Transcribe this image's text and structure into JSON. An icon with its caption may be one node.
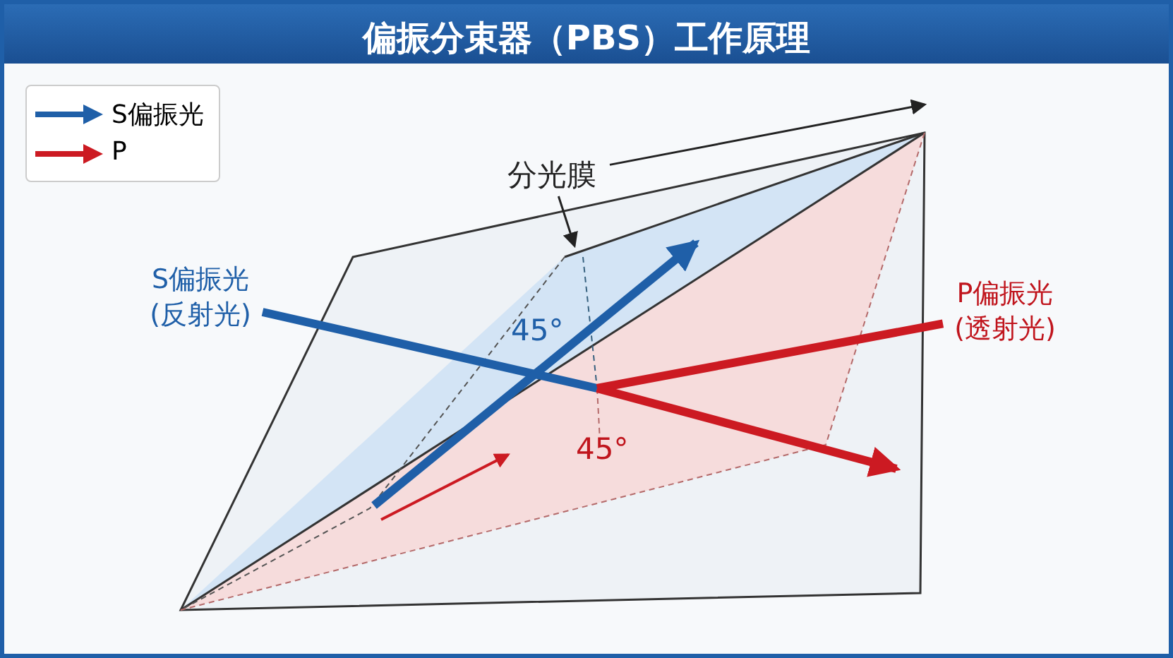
{
  "diagram": {
    "title": "偏振分束器（PBS）工作原理",
    "nodes": [
      {
        "text": [
          "S偏振光(反射光)"
        ]
      },
      {
        "text": [
          "P偏振光(透射光)"
        ]
      },
      {
        "text": [
          "分光膜"
        ]
      }
    ],
    "edges": [
      {
        "from": 0,
        "to": null,
        "arrow": "none",
        "style": "thick",
        "color": "#1f5fa8"
      },
      {
        "from": null,
        "to": 1,
        "arrow": "none",
        "style": "thick",
        "color": "#cc1a22"
      },
      {
        "from": 2,
        "to": null,
        "arrow": "to"
      },
      {
        "from": 2,
        "to": null,
        "arrow": "to"
      }
    ],
    "labels": [
      "45°",
      "45°"
    ],
    "legend": [
      {
        "text": "S偏振光"
      },
      {
        "text": "P"
      }
    ]
  }
}
